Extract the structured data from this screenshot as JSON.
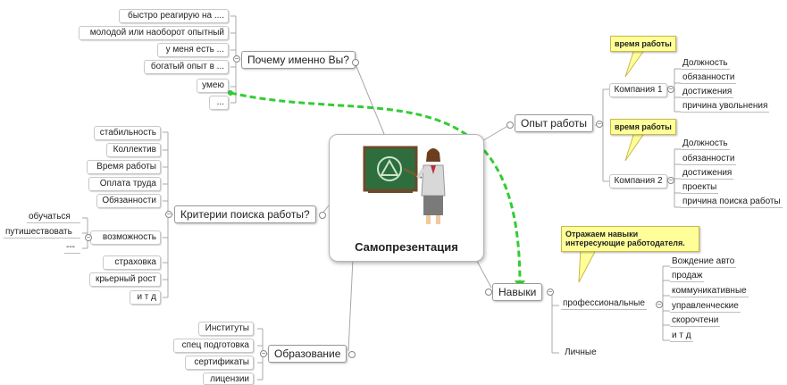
{
  "central": {
    "title": "Самопрезентация"
  },
  "why_you": {
    "label": "Почему именно Вы?",
    "items": [
      "быстро реагирую на ....",
      "молодой или наоборот опытный",
      "у меня есть ...",
      "богатый опыт в ...",
      "умею",
      "..."
    ]
  },
  "criteria": {
    "label": "Критерии поиска работы?",
    "items": [
      "стабильность",
      "Коллектив",
      "Время работы",
      "Оплата труда",
      "Обязанности",
      "возможность",
      "страховка",
      "крьерный рост",
      "и т д"
    ],
    "possibility_items": [
      "обучаться",
      "путишествовать",
      "---"
    ]
  },
  "education": {
    "label": "Образование",
    "items": [
      "Институты",
      "спец подготовка",
      "сертификаты",
      "лицензии"
    ]
  },
  "experience": {
    "label": "Опыт работы",
    "company1": {
      "label": "Компания 1",
      "note": "время работы",
      "items": [
        "Должность",
        "обязанности",
        "достижения",
        "причина увольнения"
      ]
    },
    "company2": {
      "label": "Компания 2",
      "note": "время работы",
      "items": [
        "Должность",
        "обязанности",
        "достижения",
        "проекты",
        "причина поиска работы"
      ]
    }
  },
  "skills": {
    "label": "Навыки",
    "note": "Отражаем навыки интересующие работодателя.",
    "professional": {
      "label": "профессиональные",
      "items": [
        "Вождение авто",
        "продаж",
        "коммуникативные",
        "управленческие",
        "скорочтени",
        "и т д"
      ]
    },
    "personal": {
      "label": "Личные"
    }
  },
  "colors": {
    "link": "#9b9b9b",
    "dashed_link": "#33cc33",
    "note_fill": "#ffff99",
    "board": "#2e6e3e"
  }
}
